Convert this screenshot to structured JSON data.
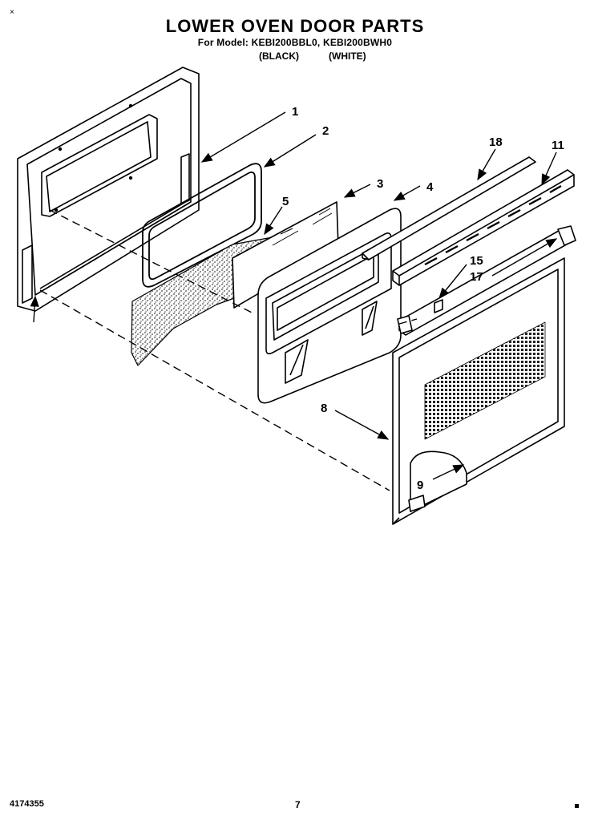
{
  "header": {
    "title": "LOWER OVEN DOOR PARTS",
    "model_line": "For Model: KEBI200BBL0, KEBI200BWH0",
    "colors": [
      "(BLACK)",
      "(WHITE)"
    ],
    "corner_mark": "×"
  },
  "callouts": {
    "c1": "1",
    "c2": "2",
    "c3": "3",
    "c4": "4",
    "c5": "5",
    "c8": "8",
    "c9": "9",
    "c11": "11",
    "c15": "15",
    "c17": "17",
    "c18": "18"
  },
  "footer": {
    "part_number": "4174355",
    "page_number": "7"
  },
  "colors_used": {
    "line": "#000000",
    "fill": "#ffffff",
    "insulation": "#555555"
  }
}
